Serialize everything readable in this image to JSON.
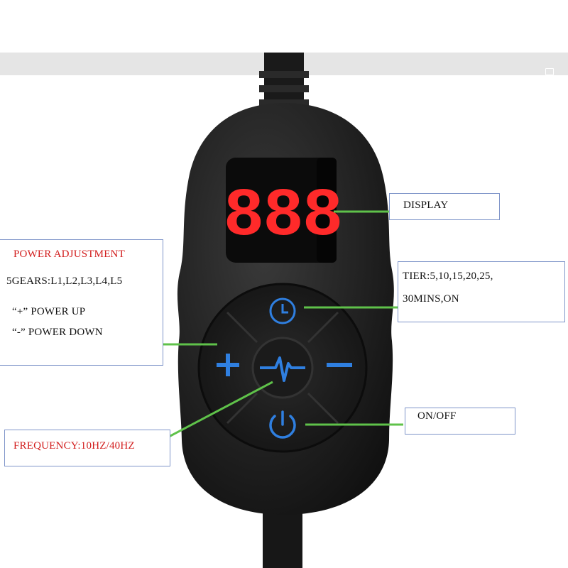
{
  "display": {
    "digits": "888"
  },
  "callouts": {
    "display": {
      "text": "DISPLAY"
    },
    "power": {
      "title": "POWER ADJUSTMENT",
      "gears": "5GEARS:L1,L2,L3,L4,L5",
      "up": "“+” POWER UP",
      "down": "“-” POWER DOWN"
    },
    "timer": {
      "line1": "TIER:5,10,15,20,25,",
      "line2": "30MINS,ON"
    },
    "frequency": {
      "text": "FREQUENCY:10HZ/40HZ"
    },
    "onoff": {
      "text": "ON/OFF"
    }
  },
  "buttons": {
    "timer": "clock-icon",
    "plus": "plus-icon",
    "minus": "minus-icon",
    "mode": "pulse-wave-icon",
    "power": "power-icon"
  },
  "colors": {
    "device_body": "#1f1f1f",
    "screen_bg": "#0b0b0b",
    "digit_red": "#ff2a2a",
    "button_blue": "#2f7fe0",
    "leader_green": "#5fc24a",
    "callout_border": "#7f95c9",
    "red_text": "#d21c1c"
  }
}
